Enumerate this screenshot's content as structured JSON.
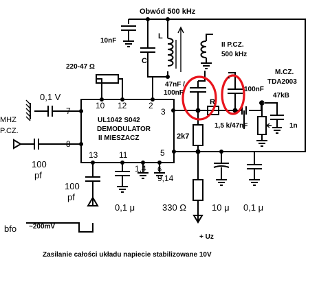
{
  "diagram": {
    "labels": {
      "circuit_name": "Obwód 500 kHz",
      "cap_10nF_top": "10nF",
      "coil_L": "L",
      "cap_C": "C",
      "if_label_1": "II P.CZ.",
      "if_label_2": "500 kHz",
      "res_feedback": "220-47 Ω",
      "cap_47nF_1": "47nF /",
      "cap_47nF_2": "100nF",
      "res_R": "R",
      "cap_100nF": "100nF",
      "res_rc": "1,5 k/47nF",
      "mcz_1": "M.CZ.",
      "mcz_2": "TDA2003",
      "mcz_3": "47kB",
      "cap_1n": "1n",
      "volt_01v": "0,1 V",
      "mhz": "MHZ",
      "pcz": "P.CZ.",
      "cap_100pf_1a": "100",
      "cap_100pf_1b": "pf",
      "cap_100pf_2a": "100",
      "cap_100pf_2b": "pf",
      "ic_line1": "UL1042  S042",
      "ic_line2": "DEMODULATOR",
      "ic_line3": "II MIESZACZ",
      "pin_7": "7",
      "pin_8": "8",
      "pin_10": "10",
      "pin_12": "12",
      "pin_2": "2",
      "pin_3": "3",
      "pin_5": "5",
      "pin_13": "13",
      "pin_11": "11",
      "pin_14": "1,4",
      "pin_6": "6",
      "pin_914": "9,14",
      "res_2k7": "2k7",
      "res_330": "330 Ω",
      "cap_01u_1": "0,1 μ",
      "cap_10u": "10 μ",
      "cap_01u_2": "0,1 μ",
      "uz": "+ Uz",
      "bfo": "bfo",
      "bfo_level": "~200mV",
      "star": "*",
      "caption": "Zasilanie całości układu napiecie stabilizowane 10V"
    },
    "colors": {
      "line": "#000000",
      "highlight": "#e8141c"
    }
  }
}
